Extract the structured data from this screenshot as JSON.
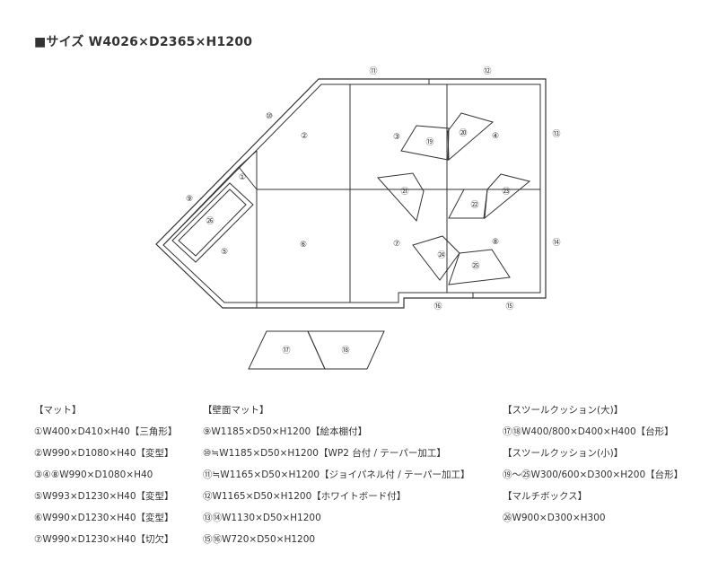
{
  "title": "■サイズ W4026×D2365×H1200",
  "labels": {
    "n1": "①",
    "n2": "②",
    "n3": "③",
    "n4": "④",
    "n5": "⑤",
    "n6": "⑥",
    "n7": "⑦",
    "n8": "⑧",
    "n9": "⑨",
    "n10": "⑩",
    "n11": "⑪",
    "n12": "⑫",
    "n13": "⑬",
    "n14": "⑭",
    "n15": "⑮",
    "n16": "⑯",
    "n17": "⑰",
    "n18": "⑱",
    "n19": "⑲",
    "n20": "⑳",
    "n21": "㉑",
    "n22": "㉒",
    "n23": "㉓",
    "n24": "㉔",
    "n25": "㉕",
    "n26": "㉖"
  },
  "specs": {
    "col1": [
      "【マット】",
      "①W400×D410×H40【三角形】",
      "②W990×D1080×H40【変型】",
      "③④⑧W990×D1080×H40",
      "⑤W993×D1230×H40【変型】",
      "⑥W990×D1230×H40【変型】",
      "⑦W990×D1230×H40【切欠】"
    ],
    "col2": [
      "【壁面マット】",
      "⑨W1185×D50×H1200【絵本棚付】",
      "⑩≒W1185×D50×H1200【WP2 台付 / テーパー加工】",
      "⑪≒W1165×D50×H1200【ジョイパネル付 / テーパー加工】",
      "⑫W1165×D50×H1200【ホワイトボード付】",
      "⑬⑭W1130×D50×H1200",
      "⑮⑯W720×D50×H1200"
    ],
    "col3": [
      "【スツールクッション(大)】",
      "⑰⑱W400/800×D400×H400【台形】",
      "【スツールクッション(小)】",
      "⑲～㉕W300/600×D300×H200【台形】",
      "【マルチボックス】",
      "㉖W900×D300×H300"
    ]
  }
}
